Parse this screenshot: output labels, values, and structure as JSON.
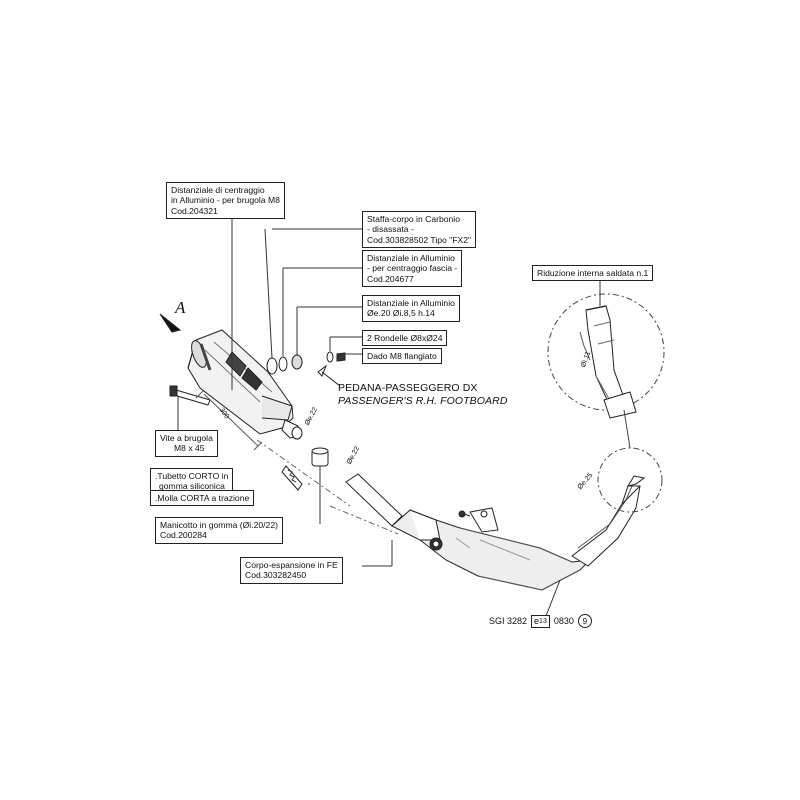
{
  "labels": {
    "spacer_centering": [
      "Distanziale di centraggio",
      "in Alluminio - per brugola M8",
      "Cod.204321"
    ],
    "carbon_bracket": [
      "Staffa-corpo in Carbonio",
      "- disassata -",
      "Cod.303828502  Tipo \"FX2\""
    ],
    "spacer_band": [
      "Distanziale in Alluminio",
      "- per centraggio fascia -",
      "Cod.204677"
    ],
    "spacer_dims": [
      "Distanziale in Alluminio",
      "Øe.20  Øi.8,5  h.14"
    ],
    "washers": [
      "2 Rondelle Ø8xØ24"
    ],
    "nut": [
      "Dado M8 flangiato"
    ],
    "allen_screw": [
      "Vite a brugola",
      "M8 x 45"
    ],
    "short_tube": [
      ".Tubetto CORTO in",
      "gomma siliconica"
    ],
    "short_spring": [
      ".Molla CORTA a trazione"
    ],
    "rubber_sleeve": [
      "Manicotto in gomma (Øi.20/22)",
      "Cod.200284"
    ],
    "expansion_body": [
      "Corpo-espansione in FE",
      "Cod.303282450"
    ],
    "internal_reduction": [
      "Riduzione interna saldata n.1"
    ]
  },
  "footboard": {
    "line1": "PEDANA-PASSEGGERO DX",
    "line2": "PASSENGER'S R.H. FOOTBOARD"
  },
  "marker_letter": "A",
  "dimensions": {
    "length_300": "300",
    "dia_e22_silencer": "Øe.22",
    "dia_e22_pipe": "Øe.22",
    "dia_i11": "Øi.11",
    "dia_e25": "Øe.25"
  },
  "certification": {
    "prefix": "SGI 3282",
    "emark_letter": "e",
    "emark_number": "13",
    "number": "0830",
    "circled": "9"
  }
}
